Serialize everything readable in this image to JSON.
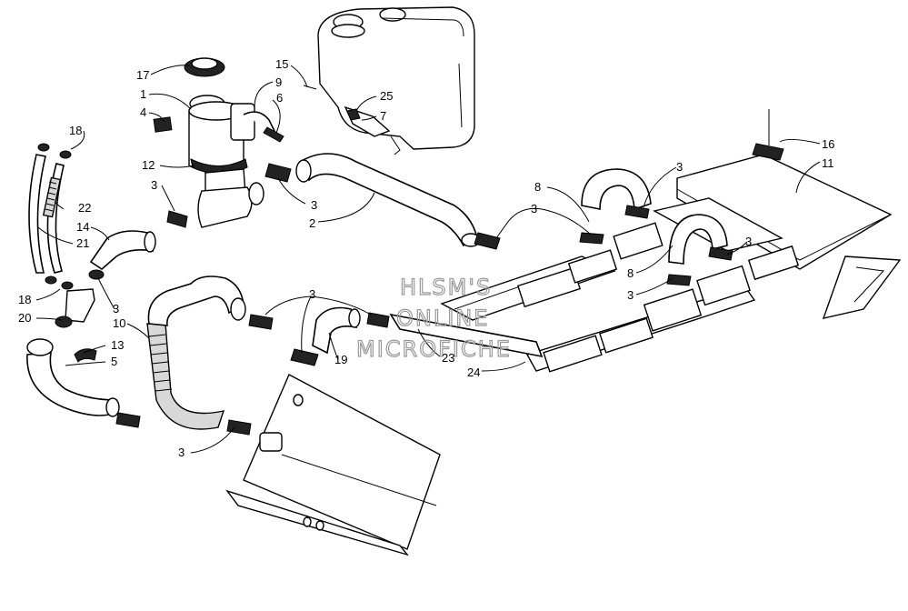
{
  "watermark": {
    "line1": "HLSM'S",
    "line2": "ONLINE",
    "line3": "MICROFICHE"
  },
  "callouts": [
    {
      "id": "c17",
      "text": "17"
    },
    {
      "id": "c1",
      "text": "1"
    },
    {
      "id": "c4",
      "text": "4"
    },
    {
      "id": "c12",
      "text": "12"
    },
    {
      "id": "c3a",
      "text": "3"
    },
    {
      "id": "c15",
      "text": "15"
    },
    {
      "id": "c9",
      "text": "9"
    },
    {
      "id": "c6",
      "text": "6"
    },
    {
      "id": "c25",
      "text": "25"
    },
    {
      "id": "c7",
      "text": "7"
    },
    {
      "id": "c18a",
      "text": "18"
    },
    {
      "id": "c22",
      "text": "22"
    },
    {
      "id": "c14",
      "text": "14"
    },
    {
      "id": "c21",
      "text": "21"
    },
    {
      "id": "c18b",
      "text": "18"
    },
    {
      "id": "c20",
      "text": "20"
    },
    {
      "id": "c3b",
      "text": "3"
    },
    {
      "id": "c3c",
      "text": "3"
    },
    {
      "id": "c2",
      "text": "2"
    },
    {
      "id": "c8a",
      "text": "8"
    },
    {
      "id": "c3d",
      "text": "3"
    },
    {
      "id": "c3e",
      "text": "3"
    },
    {
      "id": "c16",
      "text": "16"
    },
    {
      "id": "c11",
      "text": "11"
    },
    {
      "id": "c3f",
      "text": "3"
    },
    {
      "id": "c8b",
      "text": "8"
    },
    {
      "id": "c3g",
      "text": "3"
    },
    {
      "id": "c10",
      "text": "10"
    },
    {
      "id": "c13",
      "text": "13"
    },
    {
      "id": "c5",
      "text": "5"
    },
    {
      "id": "c3h",
      "text": "3"
    },
    {
      "id": "c19",
      "text": "19"
    },
    {
      "id": "c23",
      "text": "23"
    },
    {
      "id": "c24",
      "text": "24"
    },
    {
      "id": "c3i",
      "text": "3"
    }
  ]
}
